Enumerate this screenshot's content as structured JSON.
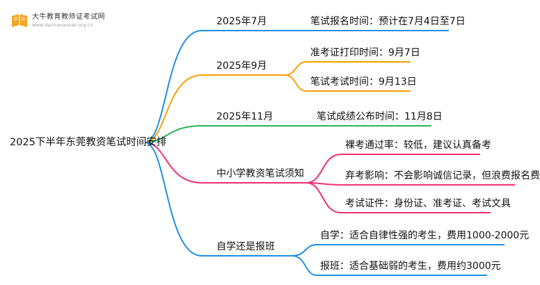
{
  "brand": {
    "name": "大牛教育教师证考试网",
    "url": "www.daniuxuexiao.org.cn"
  },
  "colors": {
    "blue": "#1f8ee6",
    "orange": "#f5a100",
    "green": "#25b45a",
    "pink": "#f0306e"
  },
  "root": "2025下半年东莞教资笔试时间安排",
  "branches": [
    {
      "key": "b1",
      "label": "2025年7月",
      "color": "#1f8ee6",
      "children": [
        "笔试报名时间：预计在7月4日至7日"
      ]
    },
    {
      "key": "b2",
      "label": "2025年9月",
      "color": "#f5a100",
      "children": [
        "准考证打印时间：9月7日",
        "笔试考试时间：9月13日"
      ]
    },
    {
      "key": "b3",
      "label": "2025年11月",
      "color": "#25b45a",
      "children": [
        "笔试成绩公布时间：11月8日"
      ]
    },
    {
      "key": "b4",
      "label": "中小学教资笔试须知",
      "color": "#f0306e",
      "children": [
        "裸考通过率：较低，建议认真备考",
        "弃考影响：不会影响诚信记录，但浪费报名费",
        "考试证件：身份证、准考证、考试文具"
      ]
    },
    {
      "key": "b5",
      "label": "自学还是报班",
      "color": "#1f8ee6",
      "children": [
        "自学：适合自律性强的考生，费用1000-2000元",
        "报班：适合基础弱的考生，费用约3000元"
      ]
    }
  ]
}
